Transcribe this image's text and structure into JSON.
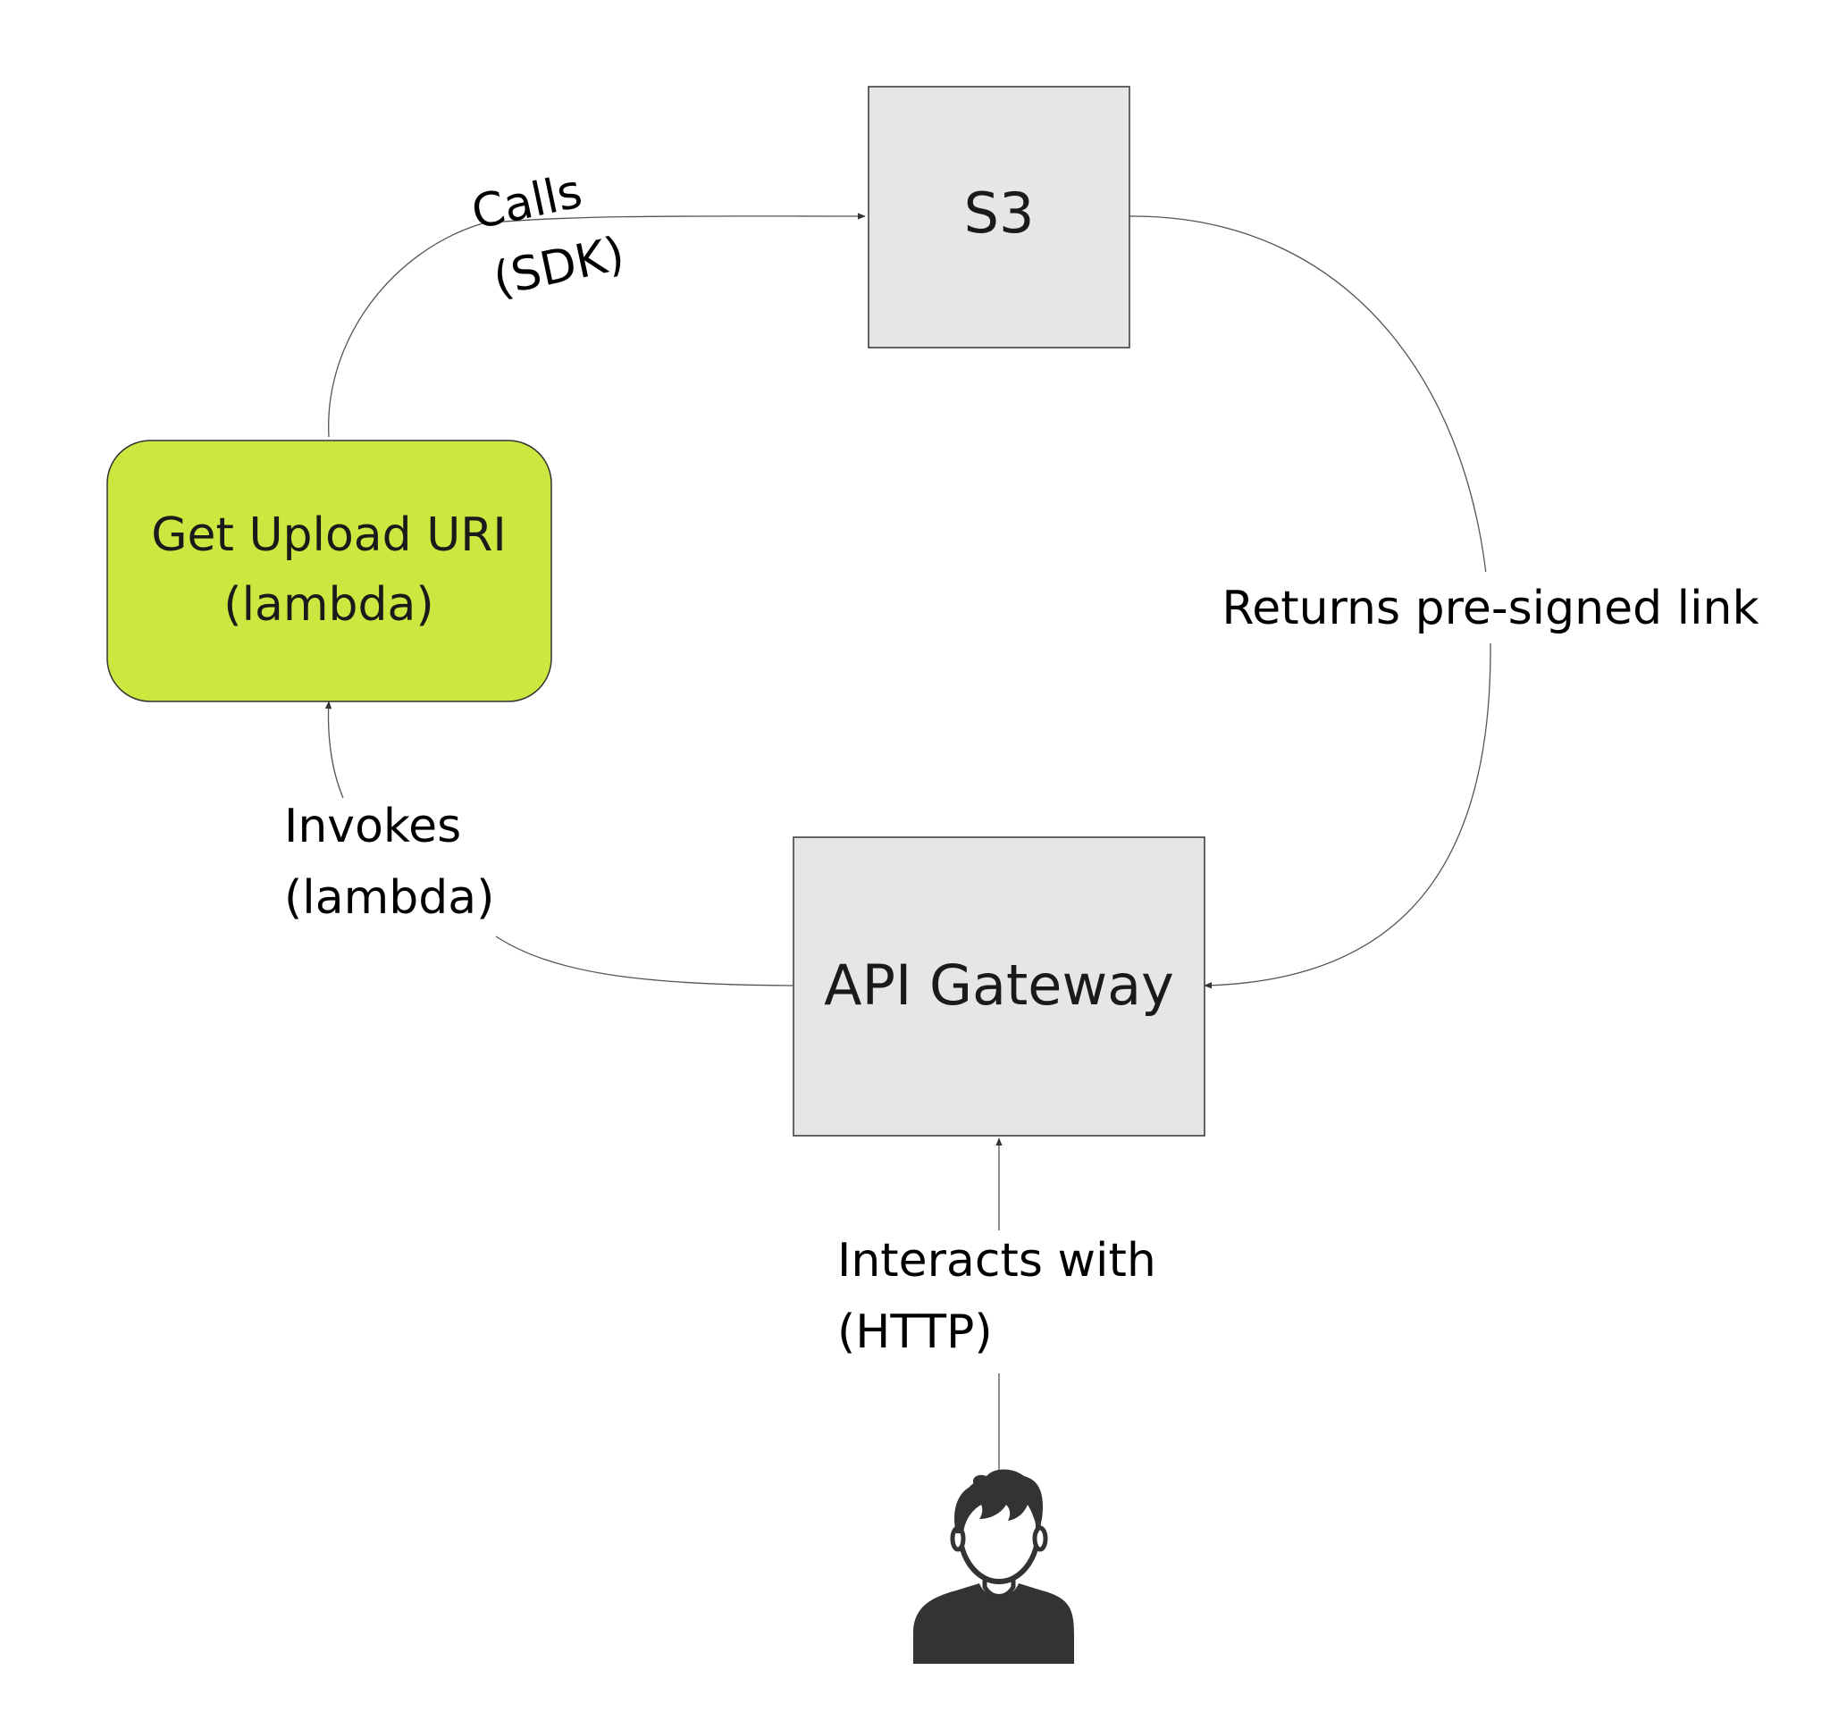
{
  "nodes": {
    "s3": {
      "label": "S3"
    },
    "api_gateway": {
      "label": "API Gateway"
    },
    "lambda": {
      "line1": "Get Upload URI",
      "line2": "(lambda)"
    },
    "user": {
      "icon": "user-avatar-icon"
    }
  },
  "edges": {
    "calls": {
      "line1": "Calls",
      "line2": "(SDK)"
    },
    "returns": {
      "label": "Returns pre-signed link"
    },
    "invokes": {
      "line1": "Invokes",
      "line2": "(lambda)"
    },
    "interacts": {
      "line1": "Interacts with",
      "line2": "(HTTP)"
    }
  },
  "colors": {
    "service_box_fill": "#e6e6e6",
    "service_box_stroke": "#333333",
    "lambda_fill": "#cde640",
    "lambda_stroke": "#333333",
    "avatar": "#333333"
  }
}
